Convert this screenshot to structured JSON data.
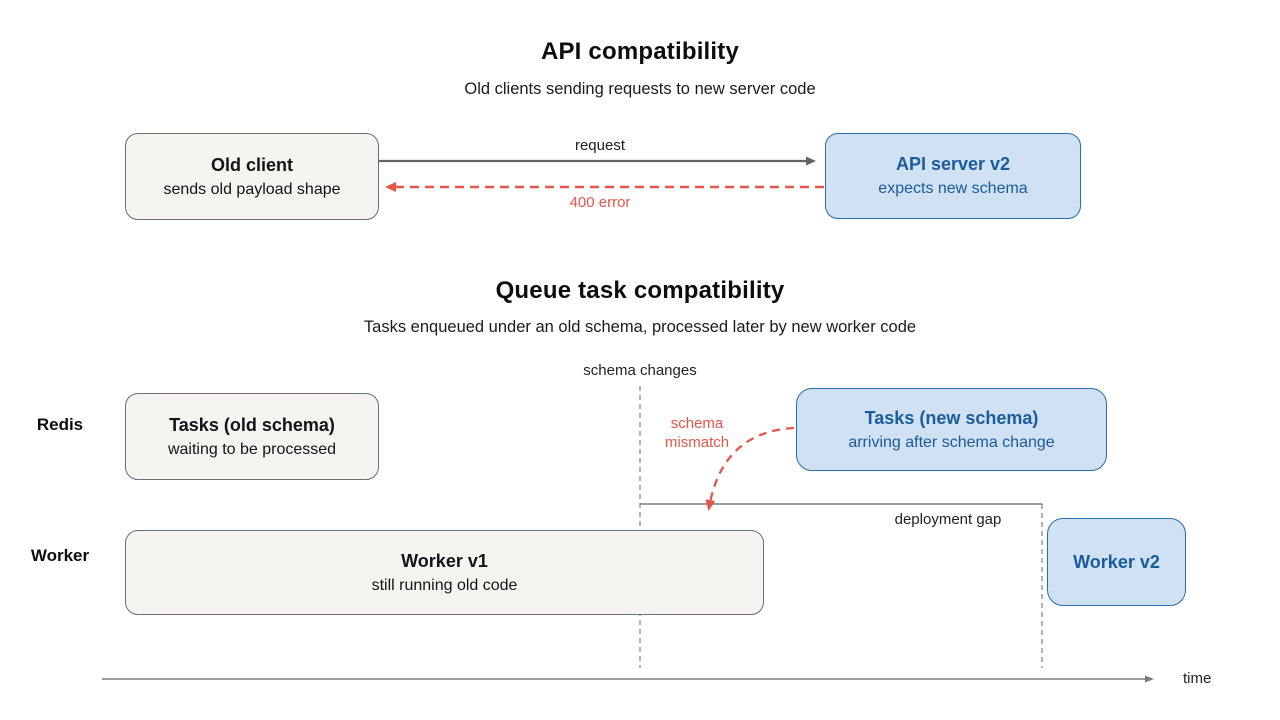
{
  "colors": {
    "red": "#e5564a",
    "blue-fill": "#cfe1f3",
    "blue-border": "#2a6cad",
    "blue-text": "#1a5c9e",
    "gray-fill": "#f5f4f1",
    "gray-border": "#6e6e6e",
    "line-gray": "#636363",
    "dash-gray": "#8a8a8a",
    "text-dark": "#141414"
  },
  "api_section": {
    "title": "API compatibility",
    "subtitle": "Old clients sending requests to new server code",
    "old_client": {
      "title": "Old client",
      "subtitle": "sends old payload shape"
    },
    "api_server": {
      "title": "API server v2",
      "subtitle": "expects new schema"
    },
    "request_label": "request",
    "error_label": "400 error"
  },
  "queue_section": {
    "title": "Queue task compatibility",
    "subtitle": "Tasks enqueued under an old schema, processed later by new worker code",
    "schema_changes_label": "schema changes",
    "redis_row_label": "Redis",
    "worker_row_label": "Worker",
    "tasks_old": {
      "title": "Tasks (old schema)",
      "subtitle": "waiting to be processed"
    },
    "tasks_new": {
      "title": "Tasks (new schema)",
      "subtitle": "arriving after schema change"
    },
    "schema_mismatch_label": "schema mismatch",
    "worker_v1": {
      "title": "Worker v1",
      "subtitle": "still running old code"
    },
    "worker_v2": {
      "title": "Worker v2"
    },
    "deployment_gap_label": "deployment gap",
    "time_label": "time"
  }
}
